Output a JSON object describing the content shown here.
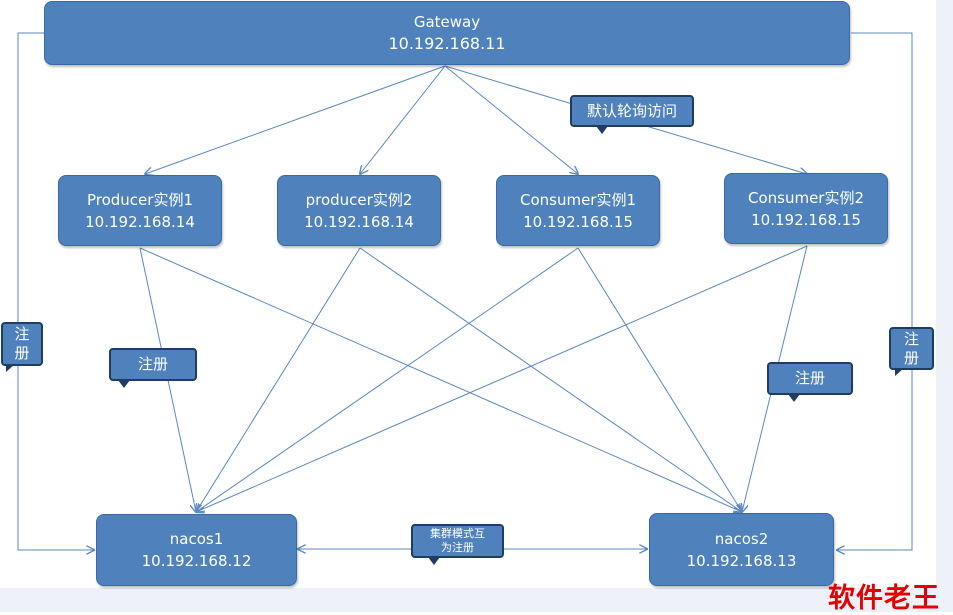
{
  "nodes": {
    "gateway": {
      "line1": "Gateway",
      "line2": "10.192.168.11"
    },
    "producer1": {
      "line1": "Producer实例1",
      "line2": "10.192.168.14"
    },
    "producer2": {
      "line1": "producer实例2",
      "line2": "10.192.168.14"
    },
    "consumer1": {
      "line1": "Consumer实例1",
      "line2": "10.192.168.15"
    },
    "consumer2": {
      "line1": "Consumer实例2",
      "line2": "10.192.168.15"
    },
    "nacos1": {
      "line1": "nacos1",
      "line2": "10.192.168.12"
    },
    "nacos2": {
      "line1": "nacos2",
      "line2": "10.192.168.13"
    }
  },
  "callouts": {
    "round_robin": "默认轮询访问",
    "register_left_edge": "注册",
    "register_left": "注册",
    "register_right": "注册",
    "register_right_edge": "注册",
    "cluster_mutual": "集群模式互为注册"
  },
  "watermark": "软件老王",
  "colors": {
    "node_fill": "#4f81bd",
    "node_border": "#3a6aa3",
    "callout_border": "#1f3d63",
    "connector": "#5b87c2",
    "watermark": "#e60000"
  }
}
